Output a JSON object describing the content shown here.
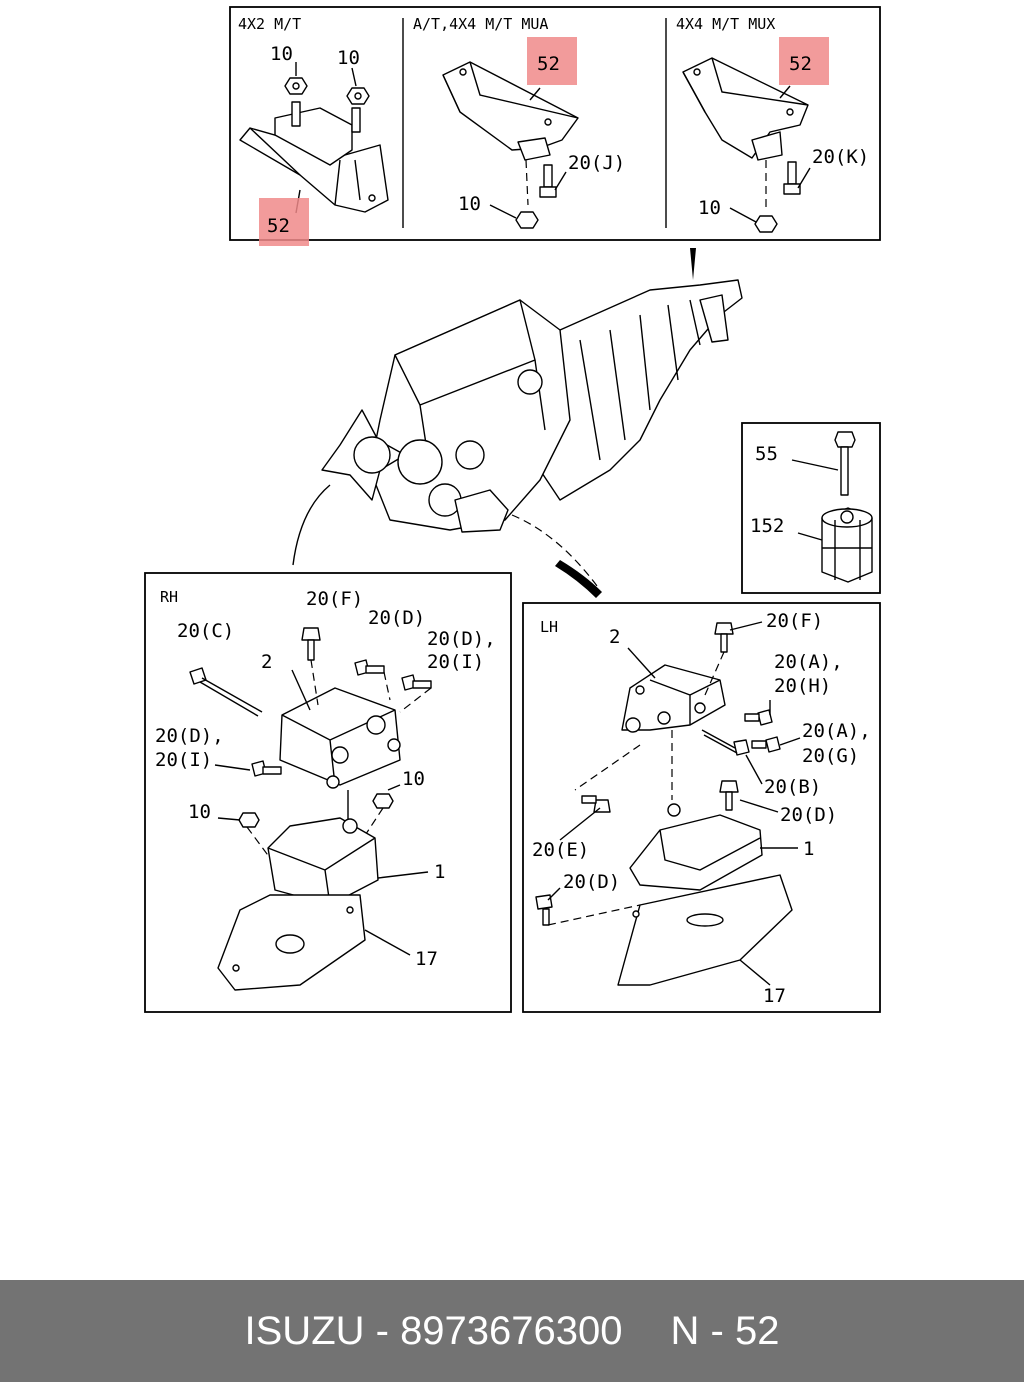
{
  "panels": {
    "top": {
      "sections": [
        "4X2 M/T",
        "A/T,4X4 M/T MUA",
        "4X4 M/T MUX"
      ],
      "labels": {
        "s1_nut_a": "10",
        "s1_nut_b": "10",
        "s1_part": "52",
        "s2_part": "52",
        "s2_bolt": "20(J)",
        "s2_nut": "10",
        "s3_part": "52",
        "s3_bolt": "20(K)",
        "s3_nut": "10"
      }
    },
    "inset": {
      "bolt": "55",
      "damper": "152"
    },
    "rh": {
      "title": "RH",
      "labels": {
        "bolt_f": "20(F)",
        "bolt_d_top": "20(D)",
        "bolt_c": "20(C)",
        "bracket": "2",
        "bolt_di_r1": "20(D),",
        "bolt_di_r2": "20(I)",
        "bolt_di_l1": "20(D),",
        "bolt_di_l2": "20(I)",
        "nut_right": "10",
        "nut_left": "10",
        "mount": "1",
        "plate": "17"
      }
    },
    "lh": {
      "title": "LH",
      "labels": {
        "bracket": "2",
        "bolt_f": "20(F)",
        "bolt_ah_1": "20(A),",
        "bolt_ah_2": "20(H)",
        "bolt_ag_1": "20(A),",
        "bolt_ag_2": "20(G)",
        "bolt_b": "20(B)",
        "bolt_d_mid": "20(D)",
        "bolt_e": "20(E)",
        "bolt_d_low": "20(D)",
        "mount": "1",
        "plate": "17"
      }
    }
  },
  "highlight_color": "#f08a8a",
  "footer": {
    "brand_part": "ISUZU - 8973676300",
    "ref": "N - 52"
  }
}
